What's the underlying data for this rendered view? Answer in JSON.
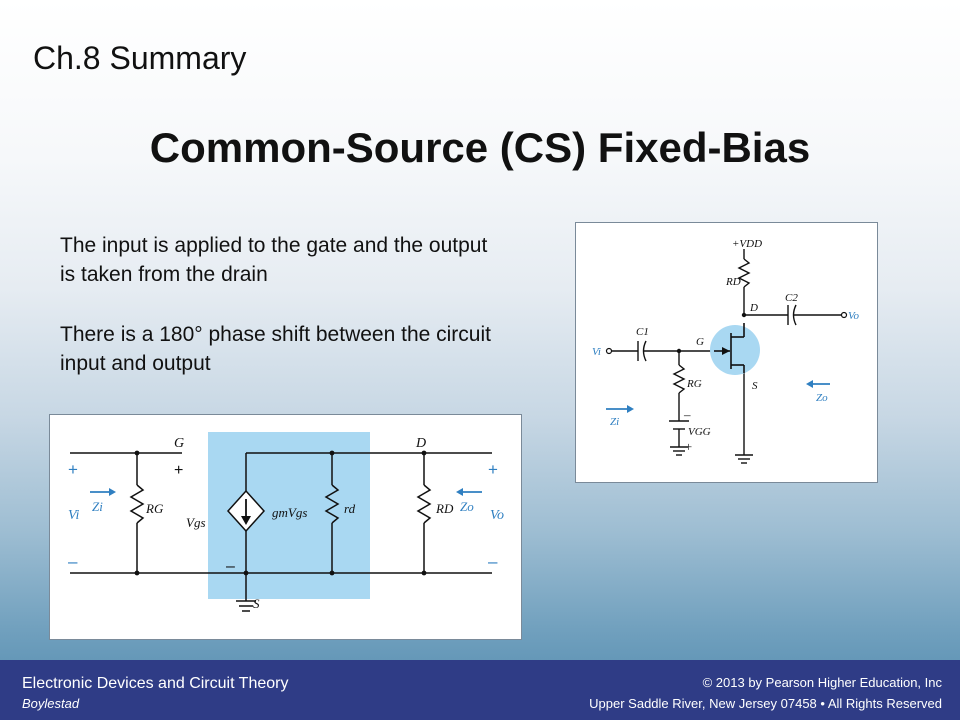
{
  "slide": {
    "chapter": "Ch.8 Summary",
    "title": "Common-Source (CS) Fixed-Bias",
    "bullets": [
      "The input is applied to the gate and the output is taken from the drain",
      "There is a 180° phase shift between the circuit input and output"
    ]
  },
  "schematic": {
    "vdd": "+VDD",
    "rd": "RD",
    "d": "D",
    "c2": "C2",
    "vo": "Vo",
    "c1": "C1",
    "g": "G",
    "vi": "Vi",
    "rg": "RG",
    "s": "S",
    "zo": "Zo",
    "zi": "Zi",
    "vgg": "VGG",
    "minus": "–",
    "plus": "+"
  },
  "equivalent": {
    "g": "G",
    "d": "D",
    "s": "S",
    "vi": "Vi",
    "zi": "Zi",
    "rg": "RG",
    "vgs": "Vgs",
    "gmvgs": "gmVgs",
    "rdsmall": "rd",
    "rd": "RD",
    "zo": "Zo",
    "vo": "Vo",
    "plus": "+",
    "minus": "–"
  },
  "footer": {
    "course": "Electronic Devices and Circuit Theory",
    "author": "Boylestad",
    "copyright": "© 2013 by Pearson Higher Education, Inc",
    "address": "Upper Saddle River, New Jersey 07458 • All Rights Reserved"
  },
  "colors": {
    "footer_bg": "#2f3c86",
    "highlight": "#a9d8f2",
    "arrow_blue": "#2f7fc1"
  }
}
